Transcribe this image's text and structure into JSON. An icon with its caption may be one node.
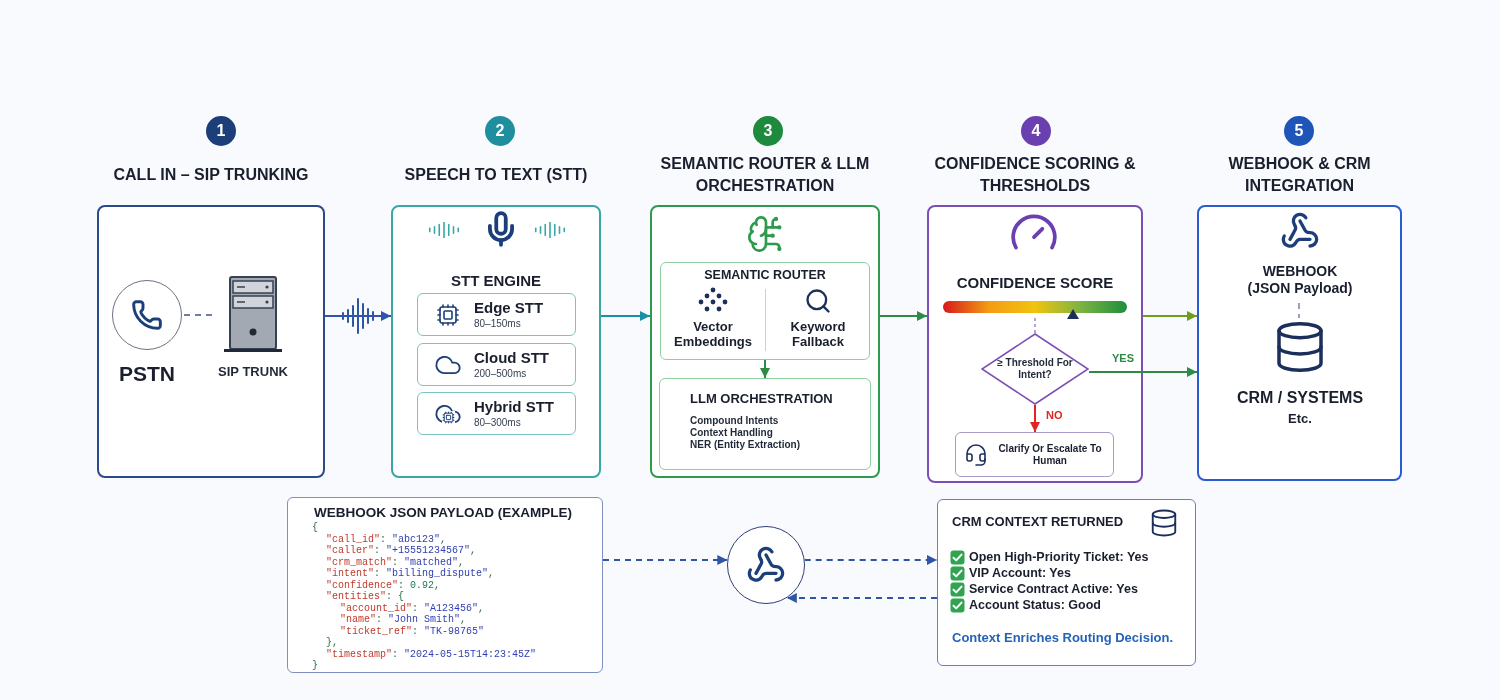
{
  "diagram": {
    "nodes": [
      {
        "text": [
          "1"
        ]
      },
      {
        "text": [
          "CALL IN – SIP TRUNKING"
        ]
      },
      {
        "text": [
          "PSTN"
        ],
        "in": 1
      },
      {
        "text": [
          "SIP TRUNK"
        ],
        "in": 1
      },
      {
        "text": [
          "2"
        ]
      },
      {
        "text": [
          "SPEECH TO TEXT (STT)",
          "STT ENGINE"
        ]
      },
      {
        "text": [
          "Edge STT",
          "80–150ms"
        ],
        "in": 5
      },
      {
        "text": [
          "Cloud STT",
          "200–500ms"
        ],
        "in": 5
      },
      {
        "text": [
          "Hybrid STT",
          "80–300ms"
        ],
        "in": 5
      },
      {
        "text": [
          "3"
        ]
      },
      {
        "text": [
          "SEMANTIC ROUTER & LLM ORCHESTRATION"
        ]
      },
      {
        "text": [
          "SEMANTIC ROUTER",
          "Vector Embeddings",
          "Keyword Fallback"
        ],
        "in": 10
      },
      {
        "text": [
          "LLM ORCHESTRATION",
          "Compound Intents",
          "Context Handling",
          "NER (Entity Extraction)"
        ],
        "in": 10
      },
      {
        "text": [
          "4"
        ]
      },
      {
        "text": [
          "CONFIDENCE SCORING & THRESHOLDS",
          "CONFIDENCE SCORE"
        ]
      },
      {
        "text": [
          "≥ Threshold For Intent?"
        ],
        "in": 14
      },
      {
        "text": [
          "Clarify Or Escalate To Human"
        ],
        "in": 14
      },
      {
        "text": [
          "5"
        ]
      },
      {
        "text": [
          "WEBHOOK & CRM INTEGRATION"
        ]
      },
      {
        "text": [
          "WEBHOOK",
          "(JSON Payload)"
        ],
        "in": 18
      },
      {
        "text": [
          "CRM / SYSTEMS",
          "Etc."
        ],
        "in": 18
      },
      {
        "text": [
          "WEBHOOK JSON PAYLOAD (EXAMPLE)",
          "{",
          "\"call_id\": \"abc123\",",
          "\"caller\": \"+15551234567\",",
          "\"crm_match\": \"matched\",",
          "\"intent\": \"billing_dispute\",",
          "\"confidence\": 0.92,",
          "\"entities\": {",
          "\"account_id\": \"A123456\",",
          "\"name\": \"John Smith\",",
          "\"ticket_ref\": \"TK-98765\"",
          "},",
          "\"timestamp\": \"2024-05-15T14:23:45Z\"",
          "}"
        ]
      },
      {
        "text": [],
        "shape": "circle"
      },
      {
        "text": [
          "CRM CONTEXT RETURNED",
          "Open High-Priority Ticket: Yes",
          "VIP Account: Yes",
          "Service Contract Active: Yes",
          "Account Status: Good",
          "Context Enriches Routing Decision."
        ]
      }
    ],
    "edges": [
      {
        "from": 2,
        "to": 3,
        "arrow": "none",
        "style": "dashed",
        "color": "#6b7fa8"
      },
      {
        "from": 1,
        "to": 5,
        "arrow": "to"
      },
      {
        "from": 5,
        "to": 10,
        "arrow": "to",
        "color": "#1b8fa8"
      },
      {
        "from": 11,
        "to": 12,
        "arrow": "to",
        "color": "#2e8b46"
      },
      {
        "from": 10,
        "to": 14,
        "arrow": "to",
        "color": "#2e8b46"
      },
      {
        "from": 14,
        "to": 18,
        "arrow": "to",
        "color": "#6f9e1f"
      },
      {
        "from": 15,
        "to": 18,
        "label": "YES",
        "arrow": "to",
        "color": "#2e8b46"
      },
      {
        "from": 15,
        "to": 16,
        "label": "NO",
        "arrow": "to",
        "color": "#e02424"
      },
      {
        "from": 19,
        "to": 20,
        "arrow": "none",
        "style": "dashed",
        "color": "#9ca3af"
      },
      {
        "from": 21,
        "to": 22,
        "arrow": "to",
        "style": "dashed"
      },
      {
        "from": 22,
        "to": 23,
        "arrow": "to",
        "style": "dashed"
      },
      {
        "from": 23,
        "to": 22,
        "arrow": "to",
        "style": "dashed"
      }
    ]
  }
}
